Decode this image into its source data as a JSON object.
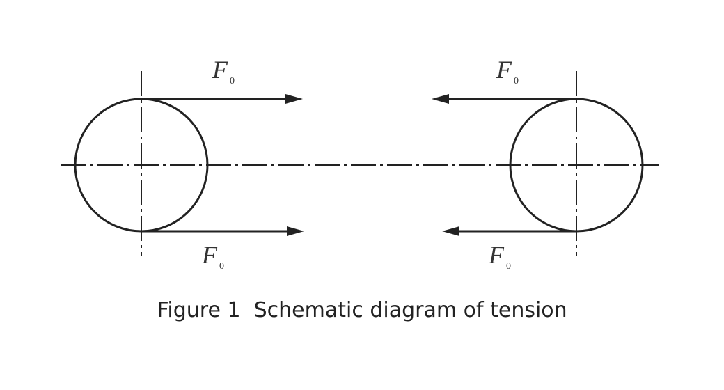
{
  "diagram": {
    "force_labels": [
      {
        "symbol": "F",
        "subscript": "0"
      },
      {
        "symbol": "F",
        "subscript": "0"
      },
      {
        "symbol": "F",
        "subscript": "0"
      },
      {
        "symbol": "F",
        "subscript": "0"
      }
    ]
  },
  "caption": "Figure 1  Schematic diagram of tension",
  "colors": {
    "line": "#222222",
    "background": "#ffffff"
  }
}
